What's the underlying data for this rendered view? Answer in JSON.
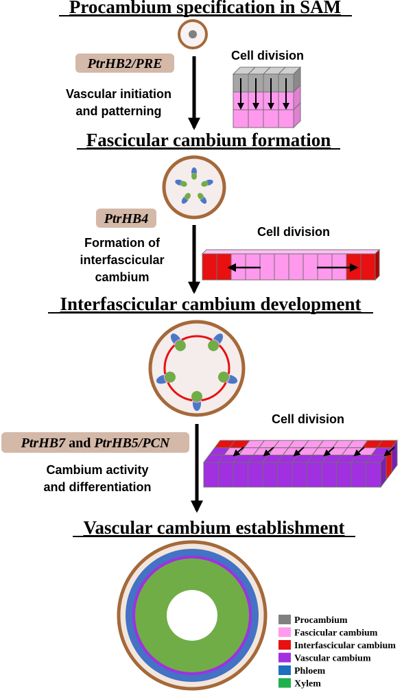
{
  "stages": [
    {
      "id": "stage1",
      "title": "Procambium specification in SAM"
    },
    {
      "id": "stage2",
      "title": "Fascicular cambium formation"
    },
    {
      "id": "stage3",
      "title": "Interfascicular cambium development"
    },
    {
      "id": "stage4",
      "title": "Vascular cambium establishment"
    }
  ],
  "regulators": [
    {
      "id": "reg1",
      "text": "PtrHB2/PRE"
    },
    {
      "id": "reg2",
      "text": "PtrHB4"
    },
    {
      "id": "reg3",
      "parts": [
        "PtrHB7",
        " and ",
        "PtrHB5/PCN"
      ]
    }
  ],
  "processes": [
    {
      "id": "proc1",
      "lines": [
        "Vascular initiation",
        "and patterning"
      ]
    },
    {
      "id": "proc2",
      "lines": [
        "Formation of",
        "interfascicular",
        "cambium"
      ]
    },
    {
      "id": "proc3",
      "lines": [
        "Cambium activity",
        "and differentiation"
      ]
    }
  ],
  "cell_division_label": "Cell division",
  "legend": [
    {
      "label": "Procambium",
      "color": "#808080"
    },
    {
      "label": "Fascicular cambium",
      "color": "#ff99ee"
    },
    {
      "label": "Interfascicular cambium",
      "color": "#e81010"
    },
    {
      "label": "Vascular cambium",
      "color": "#a030e0"
    },
    {
      "label": "Phloem",
      "color": "#1e6fc0"
    },
    {
      "label": "Xylem",
      "color": "#20b050"
    }
  ],
  "colors": {
    "stem_outline": "#a5693a",
    "regulator_box": "#d4b8a8",
    "cross_section_fill": "#f5ecec",
    "xylem_disc": "#70ad47",
    "phloem_ring": "#4472c4",
    "bark": "#f2e6dc"
  }
}
